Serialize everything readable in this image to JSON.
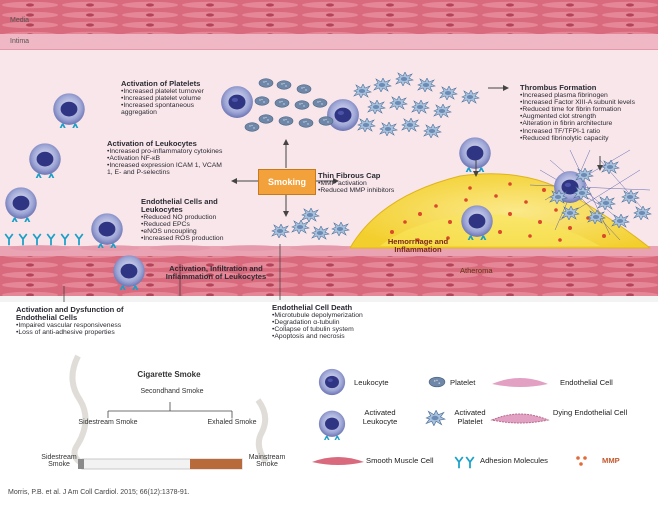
{
  "layers": {
    "media": "Media",
    "intima": "Intima"
  },
  "center": {
    "label": "Smoking"
  },
  "platelets_activation": {
    "title": "Activation of Platelets",
    "items": [
      "Increased platelet turnover",
      "Increased platelet volume",
      "Increased spontaneous aggregation"
    ]
  },
  "leukocytes_activation": {
    "title": "Activation of Leukocytes",
    "items": [
      "Increased pro-inflammatory cytokines",
      "Activation NF-κB",
      "Increased expression ICAM 1, VCAM 1, E- and P-selectins"
    ]
  },
  "endothelial_leukocytes": {
    "title": "Endothelial Cells and Leukocytes",
    "items": [
      "Reduced NO production",
      "Reduced EPCs",
      "eNOS uncoupling",
      "Increased ROS production"
    ]
  },
  "activation_infiltration": {
    "title": "Activation, Infiltration and Inflammation of Leukocytes"
  },
  "thin_fibrous_cap": {
    "title": "Thin Fibrous Cap",
    "items": [
      "MMP activation",
      "Reduced MMP inhibitors"
    ]
  },
  "thrombus": {
    "title": "Thrombus Formation",
    "items": [
      "Increased plasma fibrinogen",
      "Increased Factor XIII-A subunit levels",
      "Reduced time for fibrin formation",
      "Augmented clot strength",
      "Alteration in fibrin architecture",
      "Increased TF/TFPI-1 ratio",
      "Reduced fibrinolytic capacity"
    ]
  },
  "plaque": {
    "hemorrhage": "Hemorrhage and Inflammation",
    "atheroma": "Atheroma"
  },
  "endothelial_dysfunction": {
    "title": "Activation and Dysfunction of Endothelial Cells",
    "items": [
      "Impaired vascular responsiveness",
      "Loss of anti-adhesive properties"
    ]
  },
  "endothelial_death": {
    "title": "Endothelial Cell Death",
    "items": [
      "Microtubule depolymerization",
      "Degradation α-tubulin",
      "Collapse of tubulin system",
      "Apoptosis and necrosis"
    ]
  },
  "cigarette": {
    "title": "Cigarette Smoke",
    "secondhand": "Secondhand Smoke",
    "sidestream": "Sidestream Smoke",
    "exhaled": "Exhaled Smoke",
    "sidestream_end": "Sidestream Smoke",
    "mainstream_end": "Mainstream Smoke"
  },
  "legend": {
    "leukocyte": "Leukocyte",
    "platelet": "Platelet",
    "endothelial_cell": "Endothelial Cell",
    "activated_leukocyte": "Activated Leukocyte",
    "activated_platelet": "Activated Platelet",
    "dying_endothelial": "Dying Endothelial Cell",
    "smooth_muscle": "Smooth Muscle Cell",
    "adhesion": "Adhesion Molecules",
    "mmp": "MMP"
  },
  "citation": "Morris, P.B. et al. J Am Coll Cardiol. 2015; 66(12):1378-91.",
  "colors": {
    "media": "#d9677a",
    "intima": "#f3d4db",
    "lumen": "#f7e3e8",
    "smoking": "#f2a13b",
    "leukocyte": "#3a3f8f",
    "platelet": "#6f8fb0",
    "plaque": "#f8e04a",
    "mmp": "#d94a2a"
  }
}
